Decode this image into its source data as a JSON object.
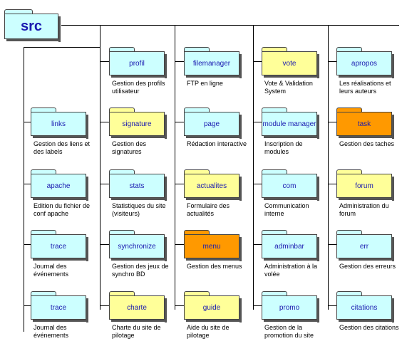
{
  "root": {
    "label": "src"
  },
  "columns": [
    {
      "nodes": [
        {
          "label": "links",
          "color": "#ccffff",
          "desc": "Gestion des liens et des labels"
        },
        {
          "label": "apache",
          "color": "#ccffff",
          "desc": "Edition du fichier de conf apache"
        },
        {
          "label": "trace",
          "color": "#ccffff",
          "desc": "Journal des événements"
        },
        {
          "label": "trace",
          "color": "#ccffff",
          "desc": "Journal des événements"
        }
      ]
    },
    {
      "nodes": [
        {
          "label": "profil",
          "color": "#ccffff",
          "desc": "Gestion des profils utilisateur"
        },
        {
          "label": "signature",
          "color": "#ffff99",
          "desc": "Gestion des signatures"
        },
        {
          "label": "stats",
          "color": "#ccffff",
          "desc": "Statistiques du site (visiteurs)"
        },
        {
          "label": "synchronize",
          "color": "#ccffff",
          "desc": "Gestion des jeux de synchro BD"
        },
        {
          "label": "charte",
          "color": "#ffff99",
          "desc": "Charte du site de pilotage"
        }
      ]
    },
    {
      "nodes": [
        {
          "label": "filemanager",
          "color": "#ccffff",
          "desc": "FTP en ligne"
        },
        {
          "label": "page",
          "color": "#ccffff",
          "desc": "Rédaction interactive"
        },
        {
          "label": "actualites",
          "color": "#ffff99",
          "desc": "Formulaire des actualités"
        },
        {
          "label": "menu",
          "color": "#ff9900",
          "desc": "Gestion des menus"
        },
        {
          "label": "guide",
          "color": "#ffff99",
          "desc": "Aide du site de pilotage"
        }
      ]
    },
    {
      "nodes": [
        {
          "label": "vote",
          "color": "#ffff99",
          "desc": "Vote & Validation System"
        },
        {
          "label": "module manager",
          "color": "#ccffff",
          "desc": "Inscription de modules"
        },
        {
          "label": "com",
          "color": "#ccffff",
          "desc": "Communication interne"
        },
        {
          "label": "adminbar",
          "color": "#ccffff",
          "desc": "Administration à la volée"
        },
        {
          "label": "promo",
          "color": "#ccffff",
          "desc": "Gestion de la promotion du site"
        }
      ]
    },
    {
      "nodes": [
        {
          "label": "apropos",
          "color": "#ccffff",
          "desc": "Les réalisations et leurs auteurs"
        },
        {
          "label": "task",
          "color": "#ff9900",
          "desc": "Gestion des taches"
        },
        {
          "label": "forum",
          "color": "#ffff99",
          "desc": "Administration du forum"
        },
        {
          "label": "err",
          "color": "#ccffff",
          "desc": "Gestion des erreurs"
        },
        {
          "label": "citations",
          "color": "#ccffff",
          "desc": "Gestion des citations"
        }
      ]
    }
  ]
}
